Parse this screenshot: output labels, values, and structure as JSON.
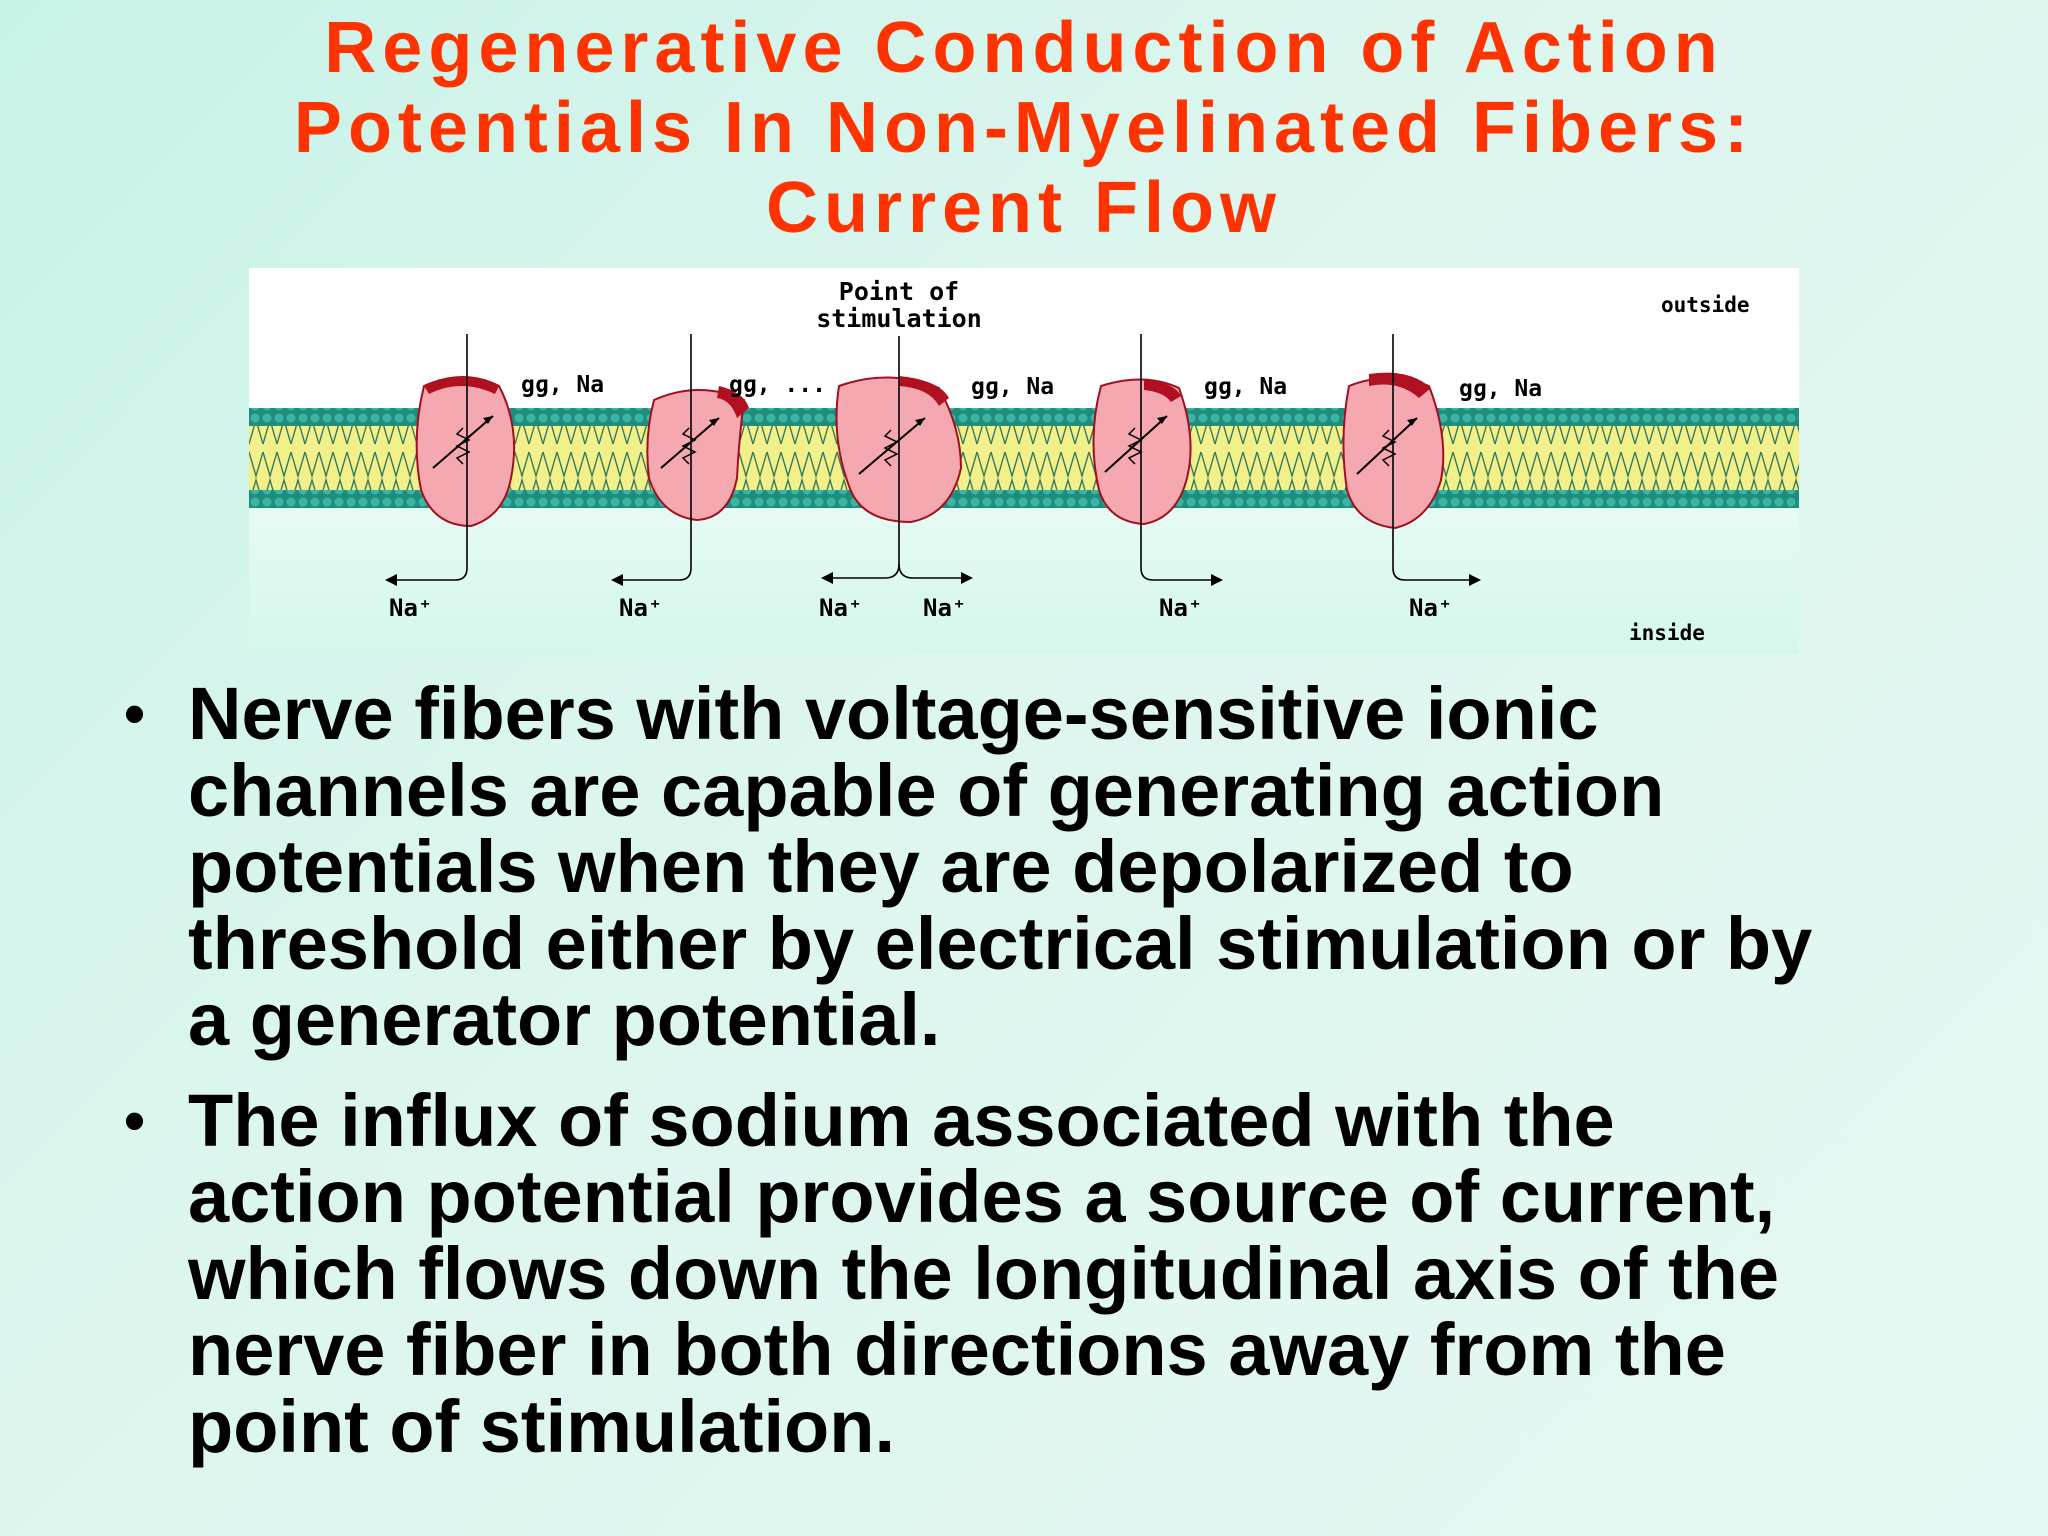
{
  "slide": {
    "title_lines": [
      "Regenerative Conduction of Action",
      "Potentials In Non-Myelinated Fibers:",
      "Current Flow"
    ]
  },
  "diagram": {
    "point_label_line1": "Point of",
    "point_label_line2": "stimulation",
    "outside_label": "outside",
    "inside_label": "inside",
    "channel_labels": [
      "gɡ, Na",
      "gɡ, ...",
      "gɡ, Na",
      "gɡ, Na",
      "gɡ, Na"
    ],
    "ion_labels": [
      "Na⁺",
      "Na⁺",
      "Na⁺",
      "Na⁺",
      "Na⁺",
      "Na⁺"
    ],
    "colors": {
      "membrane_teal": "#2a9a8a",
      "membrane_yellow": "#f2f08a",
      "channel_pink": "#f5a8b0",
      "channel_dark": "#b01020",
      "background_top": "#ffffff",
      "background_bottom": "#d8f8ee"
    }
  },
  "bullets": [
    {
      "lines": [
        "Nerve fibers with voltage-sensitive ionic",
        "channels are capable of generating action",
        "potentials when they are depolarized to",
        "threshold either by electrical stimulation or by",
        "a generator potential."
      ]
    },
    {
      "lines": [
        "The influx of sodium associated with the",
        "action potential provides a source of current,",
        "which flows down the longitudinal axis of the",
        "nerve fiber in both directions away from the",
        "point of stimulation."
      ]
    }
  ],
  "bullet_glyph": "•"
}
